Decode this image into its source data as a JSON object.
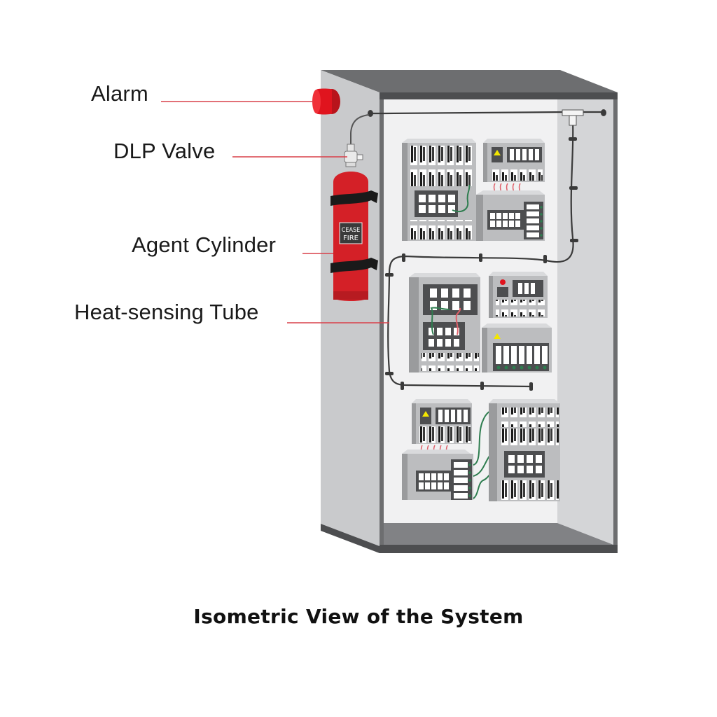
{
  "diagram": {
    "caption": "Isometric View of the System",
    "labels": {
      "alarm": "Alarm",
      "dlp_valve": "DLP Valve",
      "agent_cylinder": "Agent Cylinder",
      "heat_sensing_tube": "Heat-sensing Tube"
    },
    "cylinder_badge": {
      "line1": "CEASE",
      "line2": "FIRE"
    },
    "colors": {
      "leader_line": "#d9404a",
      "cylinder_red": "#d42027",
      "alarm_red": "#e0141e",
      "cabinet_dark": "#6d6e70",
      "cabinet_side": "#c9cacc",
      "cabinet_inner": "#f1f1f2",
      "module_gray": "#bcbdbf",
      "wire_green": "#2e7d4f",
      "wire_red": "#e0606a",
      "warning_yellow": "#f2e600",
      "led_green": "#2e7d4f",
      "led_red": "#e0141e"
    }
  }
}
